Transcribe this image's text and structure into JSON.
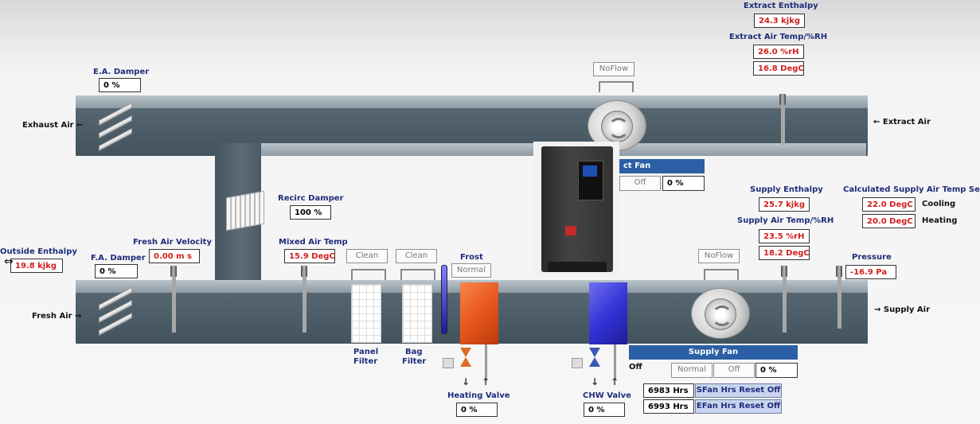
{
  "duct_labels": {
    "exhaust_air": "Exhaust Air ←",
    "extract_air": "← Extract Air",
    "fresh_air": "Fresh Air →",
    "supply_air": "→ Supply Air"
  },
  "extract": {
    "enthalpy_label": "Extract Enthalpy",
    "enthalpy_value": "24.3 kjkg",
    "temp_rh_label": "Extract Air Temp/%RH",
    "rh_value": "26.0 %rH",
    "temp_value": "16.8 DegC",
    "noflow_label": "NoFlow",
    "fan_title": "ct Fan",
    "fan_status": "Off",
    "fan_speed": "0 %"
  },
  "ea_damper": {
    "label": "E.A. Damper",
    "value": "0 %"
  },
  "fa_damper": {
    "label": "F.A. Damper",
    "value": "0 %"
  },
  "recirc_damper": {
    "label": "Recirc Damper",
    "value": "100 %"
  },
  "outside_enthalpy": {
    "label": "Outside Enthalpy",
    "value": "19.8 kjkg"
  },
  "fresh_air_velocity": {
    "label": "Fresh Air Velocity",
    "value": "0.00 m s"
  },
  "mixed_air_temp": {
    "label": "Mixed Air Temp",
    "value": "15.9 DegC"
  },
  "filters": {
    "panel_status": "Clean",
    "bag_status": "Clean",
    "panel_label_line1": "Panel",
    "panel_label_line2": "Filter",
    "bag_label_line1": "Bag",
    "bag_label_line2": "Filter"
  },
  "frost": {
    "label": "Frost",
    "status": "Normal"
  },
  "heating_valve": {
    "label": "Heating Valve",
    "value": "0 %"
  },
  "chw_valve": {
    "label": "CHW Valve",
    "value": "0 %"
  },
  "supply": {
    "noflow_label": "NoFlow",
    "enthalpy_label": "Supply Enthalpy",
    "enthalpy_value": "25.7 kjkg",
    "temp_rh_label": "Supply Air Temp/%RH",
    "rh_value": "23.5 %rH",
    "temp_value": "18.2 DegC",
    "pressure_label": "Pressure",
    "pressure_value": "-16.9 Pa"
  },
  "calculated_setpoint": {
    "label": "Calculated Supply Air Temp Set",
    "cooling_value": "22.0 DegC",
    "cooling_label": "Cooling",
    "heating_value": "20.0 DegC",
    "heating_label": "Heating"
  },
  "supply_fan": {
    "title": "Supply Fan",
    "outside_status": "Off",
    "state": "Normal",
    "status": "Off",
    "speed": "0 %",
    "hours_1": "6983 Hrs",
    "reset_1": "SFan Hrs Reset Off",
    "hours_2": "6993 Hrs",
    "reset_2": "EFan Hrs Reset Off"
  },
  "colors": {
    "label_blue": "#1f2d7a",
    "value_red": "#d21e1e",
    "fan_header": "#2b5fa6",
    "heating_coil": "#e8561c",
    "cooling_coil": "#3434d8"
  }
}
